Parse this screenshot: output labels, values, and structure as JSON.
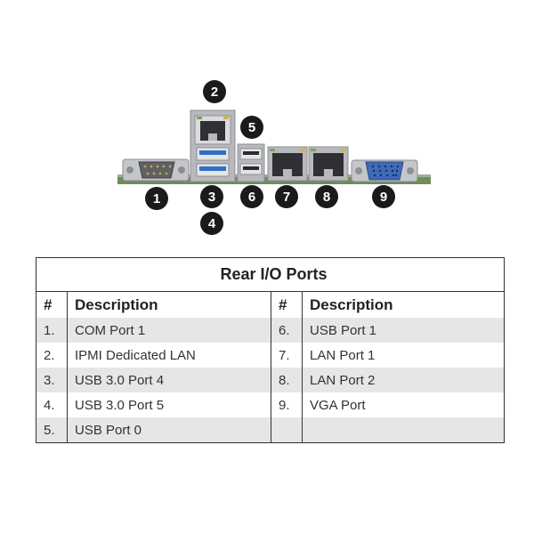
{
  "callouts": [
    "1",
    "2",
    "3",
    "4",
    "5",
    "6",
    "7",
    "8",
    "9"
  ],
  "table": {
    "title": "Rear I/O Ports",
    "headers": {
      "num": "#",
      "desc": "Description"
    },
    "left": [
      {
        "num": "1.",
        "desc": "COM Port 1"
      },
      {
        "num": "2.",
        "desc": "IPMI Dedicated LAN"
      },
      {
        "num": "3.",
        "desc": "USB 3.0 Port 4"
      },
      {
        "num": "4.",
        "desc": "USB 3.0 Port 5"
      },
      {
        "num": "5.",
        "desc": "USB Port 0"
      }
    ],
    "right": [
      {
        "num": "6.",
        "desc": "USB Port 1"
      },
      {
        "num": "7.",
        "desc": "LAN Port 1"
      },
      {
        "num": "8.",
        "desc": "LAN Port 2"
      },
      {
        "num": "9.",
        "desc": "VGA Port"
      }
    ]
  },
  "colors": {
    "pcb": "#6e8c5e",
    "metal": "#b7b9bc",
    "usb3_blue": "#2f6fc4",
    "vga_blue": "#3f6bb8",
    "callout": "#1a1a1a",
    "row_shade": "#e6e6e8"
  }
}
